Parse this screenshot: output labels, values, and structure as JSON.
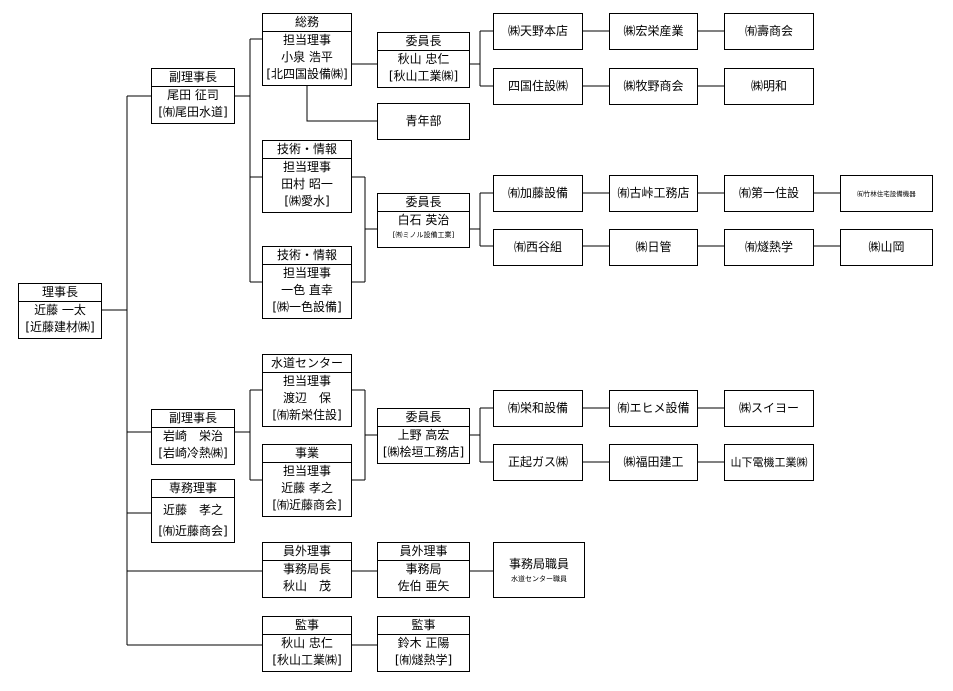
{
  "org_chart": {
    "chairman": {
      "title": "理事長",
      "name": "近藤 一太",
      "company": "[近藤建材㈱]"
    },
    "vice_chair_1": {
      "title": "副理事長",
      "name": "尾田 征司",
      "company": "[㈲尾田水道]"
    },
    "vice_chair_2": {
      "title": "副理事長",
      "name": "岩崎　栄治",
      "company": "[岩崎冷熱㈱]"
    },
    "executive_director": {
      "title": "専務理事",
      "name": "近藤　孝之",
      "company": "[㈲近藤商会]"
    },
    "general_affairs": {
      "dept": "総務",
      "role": "担当理事",
      "name": "小泉 浩平",
      "company": "[北四国設備㈱]",
      "committee": {
        "title": "委員長",
        "name": "秋山 忠仁",
        "company": "[秋山工業㈱]"
      },
      "youth": "青年部",
      "members": [
        "㈱天野本店",
        "㈱宏栄産業",
        "㈲壽商会",
        "四国住設㈱",
        "㈱牧野商会",
        "㈱明和"
      ]
    },
    "tech_info_1": {
      "dept": "技術・情報",
      "role": "担当理事",
      "name": "田村 昭一",
      "company": "[㈱愛水]"
    },
    "tech_info_2": {
      "dept": "技術・情報",
      "role": "担当理事",
      "name": "一色 直幸",
      "company": "[㈱一色設備]"
    },
    "tech_committee": {
      "title": "委員長",
      "name": "白石 英治",
      "company": "[㈲ミノル設備工業]",
      "members": [
        "㈲加藤設備",
        "㈲古峠工務店",
        "㈲第一住設",
        "㈲竹林住宅設備機器",
        "㈲西谷組",
        "㈱日管",
        "㈲燧熱学",
        "㈱山岡"
      ]
    },
    "water_center": {
      "dept": "水道センター",
      "role": "担当理事",
      "name": "渡辺　保",
      "company": "[㈲新栄住設]"
    },
    "business": {
      "dept": "事業",
      "role": "担当理事",
      "name": "近藤 孝之",
      "company": "[㈲近藤商会]"
    },
    "water_committee": {
      "title": "委員長",
      "name": "上野 高宏",
      "company": "[㈱桧垣工務店]",
      "members": [
        "㈲栄和設備",
        "㈲エヒメ設備",
        "㈱スイヨー",
        "正起ガス㈱",
        "㈱福田建工",
        "山下電機工業㈱"
      ]
    },
    "external_1": {
      "title": "員外理事",
      "role": "事務局長",
      "name": "秋山　茂"
    },
    "external_2": {
      "title": "員外理事",
      "role": "事務局",
      "name": "佐伯 亜矢"
    },
    "secretariat_staff": {
      "title": "事務局職員",
      "note": "水道センター職員"
    },
    "auditor_1": {
      "title": "監事",
      "name": "秋山 忠仁",
      "company": "[秋山工業㈱]"
    },
    "auditor_2": {
      "title": "監事",
      "name": "鈴木 正陽",
      "company": "[㈲燧熱学]"
    }
  }
}
